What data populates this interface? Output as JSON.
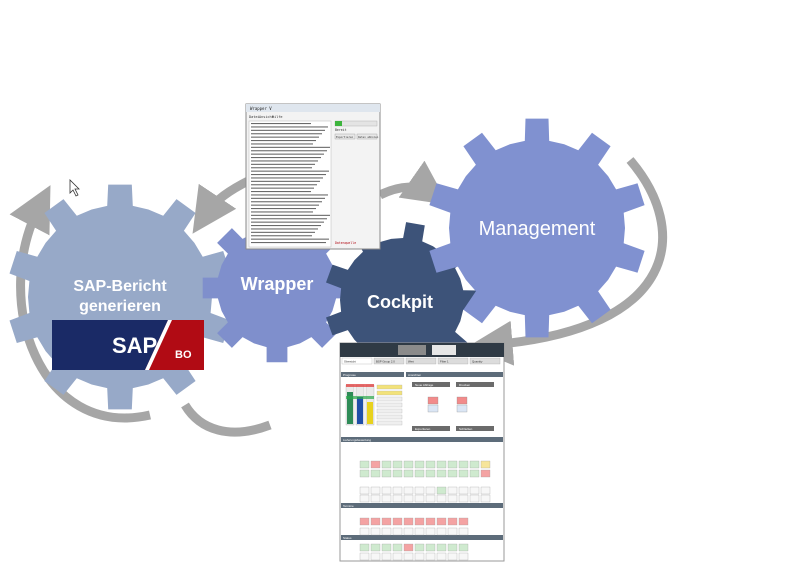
{
  "diagram": {
    "nodes": [
      {
        "id": "sap",
        "label_line1": "SAP-Bericht",
        "label_line2": "generieren",
        "color": "#97a9c8"
      },
      {
        "id": "wrapper",
        "label": "Wrapper",
        "color": "#7f8fcc"
      },
      {
        "id": "cockpit",
        "label": "Cockpit",
        "color": "#3d5379"
      },
      {
        "id": "management",
        "label": "Management",
        "color": "#8091d0"
      }
    ],
    "logo": {
      "text_main": "SAP",
      "text_sub": "BO"
    },
    "arrow_color": "#a6a6a6"
  },
  "wrapper_window": {
    "title": "Wrapper V",
    "menu": [
      "Datei",
      "Ansicht",
      "Hilfe"
    ],
    "status": "Bereit",
    "buttons": [
      "Exportieren",
      "Daten abholen"
    ],
    "footer": "Datenquelle"
  },
  "cockpit_window": {
    "tabs": [
      "Übersicht",
      "BSP Group 2.0",
      "Wert",
      "Filter 1",
      "Quantity"
    ],
    "sections": [
      "Prognose",
      "Ansichten",
      "Lieferungsbewertung",
      "Termine",
      "Status"
    ],
    "buttons": [
      "Neue Abfrage",
      "Drucken",
      "Exportieren",
      "Schließen"
    ]
  }
}
